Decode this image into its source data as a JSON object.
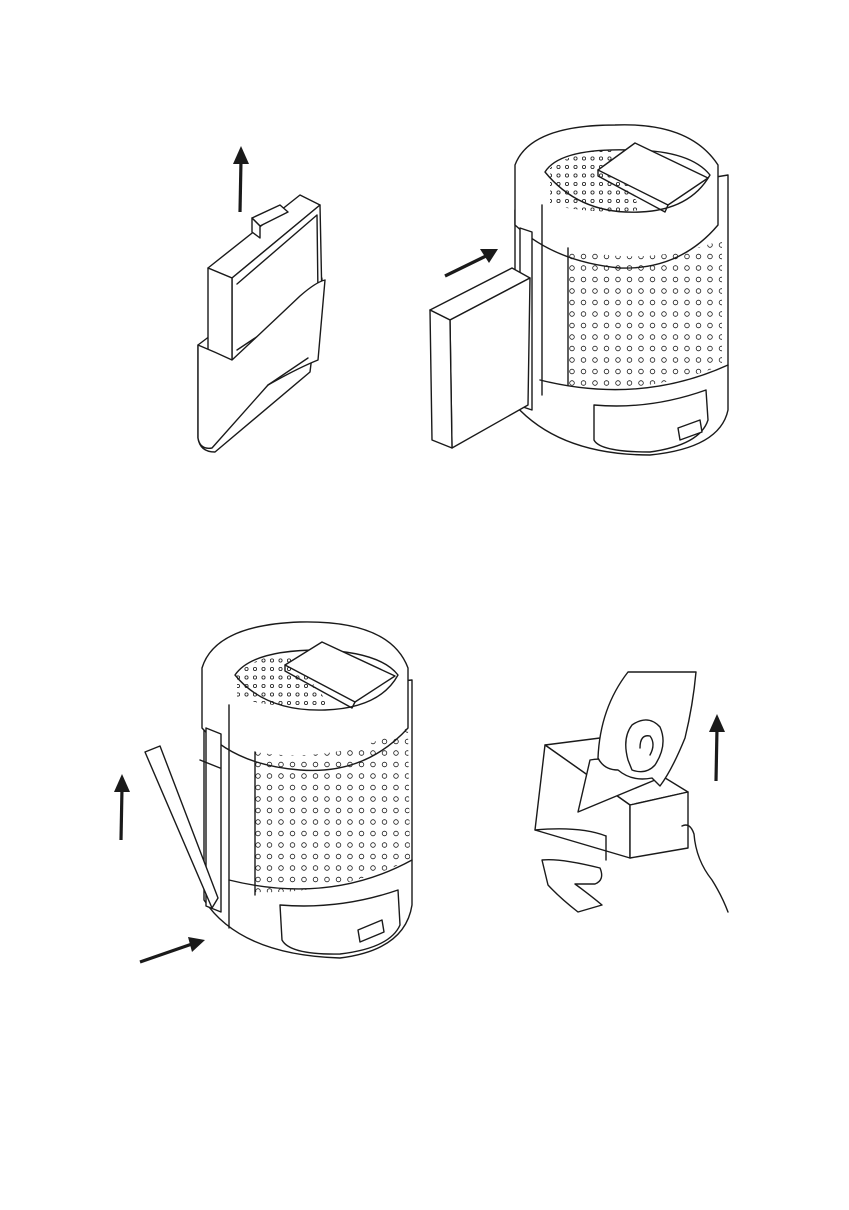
{
  "page": {
    "background": "#ffffff",
    "line_color": "#1a1a1a"
  },
  "figures": [
    {
      "id": "filter-removal-step",
      "icon": "arrow-up-icon"
    },
    {
      "id": "filter-insertion-step",
      "icon": "arrow-diagonal-icon"
    },
    {
      "id": "filter-cover-removal-step",
      "icons": [
        "arrow-up-icon",
        "arrow-diagonal-icon"
      ]
    },
    {
      "id": "filter-unwrap-step",
      "icon": "arrow-up-icon"
    }
  ]
}
